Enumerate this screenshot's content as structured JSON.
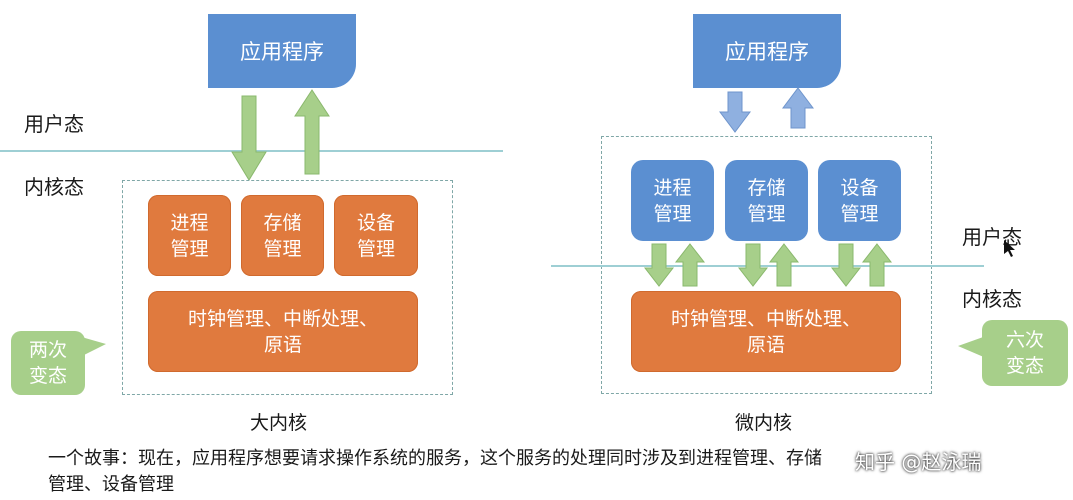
{
  "left": {
    "app_label": "应用程序",
    "user_mode_label": "用户态",
    "kernel_mode_label": "内核态",
    "modules": [
      {
        "line1": "进程",
        "line2": "管理"
      },
      {
        "line1": "存储",
        "line2": "管理"
      },
      {
        "line1": "设备",
        "line2": "管理"
      }
    ],
    "base_line1": "时钟管理、中断处理、",
    "base_line2": "原语",
    "caption": "大内核",
    "callout_line1": "两次",
    "callout_line2": "变态"
  },
  "right": {
    "app_label": "应用程序",
    "user_mode_label": "用户态",
    "kernel_mode_label": "内核态",
    "modules": [
      {
        "line1": "进程",
        "line2": "管理"
      },
      {
        "line1": "存储",
        "line2": "管理"
      },
      {
        "line1": "设备",
        "line2": "管理"
      }
    ],
    "base_line1": "时钟管理、中断处理、",
    "base_line2": "原语",
    "caption": "微内核",
    "callout_line1": "六次",
    "callout_line2": "变态"
  },
  "story_line1": "一个故事：现在，应用程序想要请求操作系统的服务，这个服务的处理同时涉及到进程管理、存储",
  "story_line2": "管理、设备管理",
  "watermark": "知乎 @赵泳瑞",
  "colors": {
    "app_blue": "#5b8fd1",
    "module_orange": "#e07a3e",
    "arrow_green": "#a7cf8a",
    "arrow_blue": "#8fb0e0",
    "boundary_line": "#9ecfd4"
  }
}
